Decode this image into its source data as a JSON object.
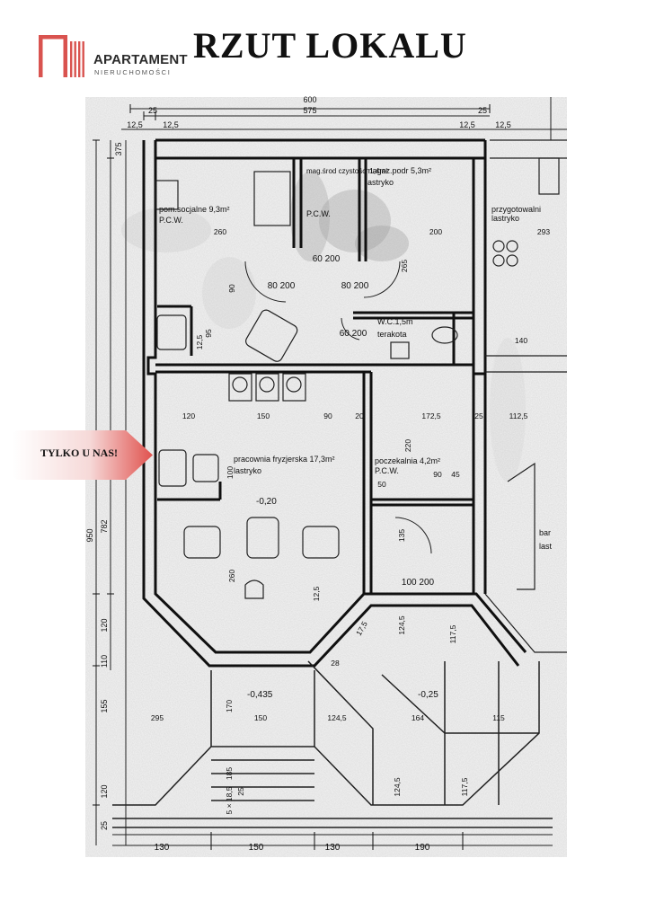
{
  "header": {
    "brand_name": "APARTAMENT",
    "brand_sub": "NIERUCHOMOŚCI",
    "title": "RZUT LOKALU",
    "brand_color": "#d9534f"
  },
  "badge": {
    "text": "TYLKO U NAS!",
    "color": "#e0524e"
  },
  "plan": {
    "rooms": [
      {
        "id": "socjalne",
        "name": "pom.socjalne 9,3m²",
        "floor": "P.C.W."
      },
      {
        "id": "magazyn-srodkow",
        "name": "mag.środ czystości 1,4m²",
        "floor": "P.C.W."
      },
      {
        "id": "magazyn-podr",
        "name": "magaz.podr 5,3m²",
        "floor": "lastryko"
      },
      {
        "id": "przygotowalnia",
        "name": "przygotowalni",
        "floor": "lastryko"
      },
      {
        "id": "wc",
        "name": "W.C.1,5m",
        "floor": "terakota"
      },
      {
        "id": "pracownia",
        "name": "pracownia fryzjerska 17,3m²",
        "floor": "lastryko"
      },
      {
        "id": "poczekalnia",
        "name": "poczekalnia 4,2m²",
        "floor": "P.C.W."
      },
      {
        "id": "bar",
        "name": "bar",
        "floor": "last"
      }
    ],
    "levels": [
      "-0,20",
      "-0,435",
      "-0,25"
    ],
    "doors": [
      "80 200",
      "80 200",
      "60 200",
      "60 200",
      "100 200"
    ],
    "top_dims": [
      "600",
      "575",
      "12,5",
      "12,5",
      "25",
      "12,5",
      "12,5",
      "25"
    ],
    "bottom_dims": [
      "130",
      "150",
      "130",
      "190"
    ],
    "left_dims": [
      "375",
      "950",
      "782",
      "120",
      "110",
      "155",
      "120",
      "25"
    ],
    "interior_dims": [
      "260",
      "200",
      "90",
      "265",
      "95",
      "12,5",
      "120",
      "150",
      "90",
      "20",
      "172,5",
      "25",
      "112,5",
      "140",
      "293",
      "220",
      "100",
      "90",
      "45",
      "50",
      "260",
      "135",
      "124,5",
      "117,5",
      "12,5",
      "17,5",
      "28",
      "170",
      "150",
      "124,5",
      "164",
      "115",
      "295",
      "185",
      "5 × 18,5",
      "25",
      "124,5",
      "117,5"
    ]
  }
}
